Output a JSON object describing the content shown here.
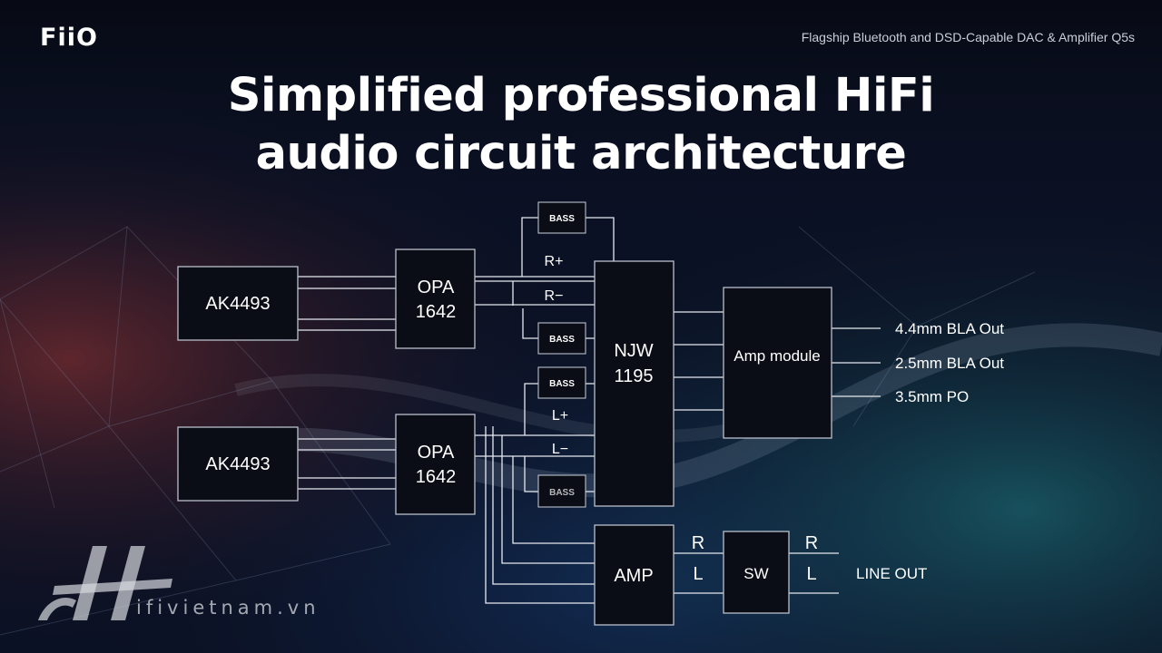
{
  "brand": {
    "logo": "FiiO",
    "tagline": "Flagship Bluetooth and DSD-Capable DAC & Amplifier Q5s"
  },
  "headline": {
    "line1": "Simplified professional HiFi",
    "line2": "audio circuit architecture"
  },
  "diagram": {
    "dac_top": "AK4493",
    "dac_bottom": "AK4493",
    "opa_top": [
      "OPA",
      "1642"
    ],
    "opa_bottom": [
      "OPA",
      "1642"
    ],
    "bass": [
      "BASS",
      "BASS",
      "BASS",
      "BASS"
    ],
    "signals": {
      "r_plus": "R+",
      "r_minus": "R−",
      "l_plus": "L+",
      "l_minus": "L−"
    },
    "njw": [
      "NJW",
      "1195"
    ],
    "amp_module": "Amp module",
    "outputs": [
      "4.4mm BLA Out",
      "2.5mm BLA Out",
      "3.5mm PO"
    ],
    "amp": "AMP",
    "amp_ports": {
      "r": "R",
      "l": "L"
    },
    "sw": "SW",
    "sw_ports": {
      "r": "R",
      "l": "L"
    },
    "line_out": "LINE OUT"
  },
  "watermark": {
    "text": "ifivietnam.vn"
  },
  "colors": {
    "background": "#0b1124",
    "box_fill": "#0a0d16",
    "box_stroke": "#b9c0cc",
    "wire": "#e6e9ef",
    "text": "#ffffff"
  }
}
